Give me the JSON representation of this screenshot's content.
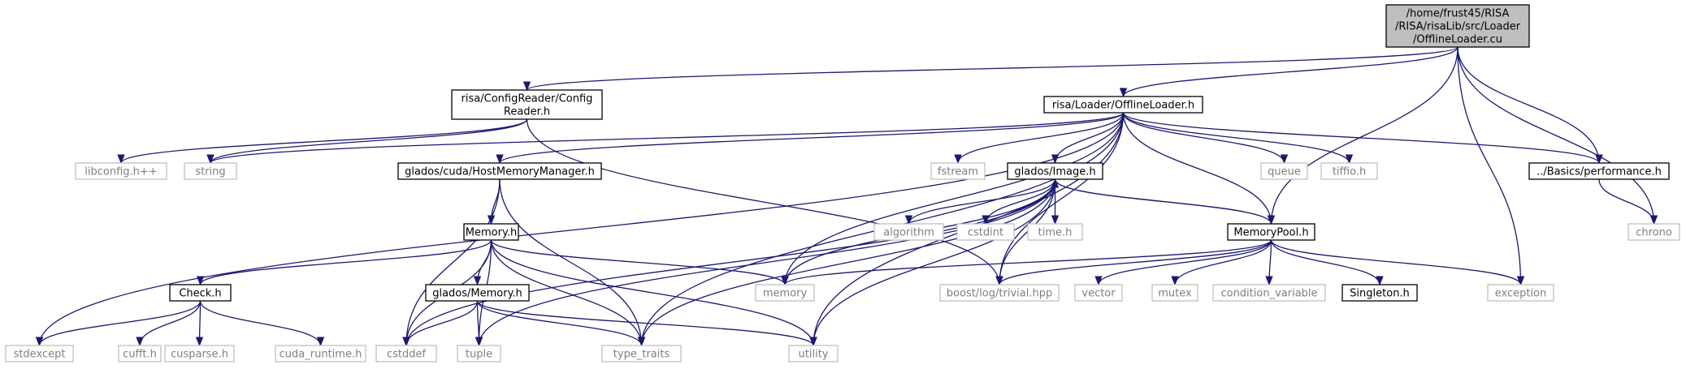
{
  "colors": {
    "edge": "#191970",
    "root_fill": "#bfbfbf",
    "node_border": "#000000",
    "external_border": "#bfbfbf",
    "external_text": "#7f7f7f",
    "node_text": "#000000"
  },
  "nodes": {
    "root": {
      "lines": [
        "/home/frust45/RISA",
        "/RISA/risaLib/src/Loader",
        "/OfflineLoader.cu"
      ],
      "kind": "root"
    },
    "configreader": {
      "lines": [
        "risa/ConfigReader/Config",
        "Reader.h"
      ],
      "kind": "internal"
    },
    "offlineloader": {
      "lines": [
        "risa/Loader/OfflineLoader.h"
      ],
      "kind": "internal"
    },
    "performance": {
      "lines": [
        "../Basics/performance.h"
      ],
      "kind": "internal"
    },
    "hostmemorymanager": {
      "lines": [
        "glados/cuda/HostMemoryManager.h"
      ],
      "kind": "internal"
    },
    "image": {
      "lines": [
        "glados/Image.h"
      ],
      "kind": "internal"
    },
    "memorypool": {
      "lines": [
        "MemoryPool.h"
      ],
      "kind": "internal"
    },
    "memory_h": {
      "lines": [
        "Memory.h"
      ],
      "kind": "internal"
    },
    "check": {
      "lines": [
        "Check.h"
      ],
      "kind": "internal"
    },
    "glados_memory": {
      "lines": [
        "glados/Memory.h"
      ],
      "kind": "internal"
    },
    "singleton": {
      "lines": [
        "Singleton.h"
      ],
      "kind": "internal"
    },
    "libconfig": {
      "lines": [
        "libconfig.h++"
      ],
      "kind": "external"
    },
    "string": {
      "lines": [
        "string"
      ],
      "kind": "external"
    },
    "fstream": {
      "lines": [
        "fstream"
      ],
      "kind": "external"
    },
    "queue": {
      "lines": [
        "queue"
      ],
      "kind": "external"
    },
    "tiffio": {
      "lines": [
        "tiffio.h"
      ],
      "kind": "external"
    },
    "chrono": {
      "lines": [
        "chrono"
      ],
      "kind": "external"
    },
    "algorithm": {
      "lines": [
        "algorithm"
      ],
      "kind": "external"
    },
    "cstdint": {
      "lines": [
        "cstdint"
      ],
      "kind": "external"
    },
    "time_h": {
      "lines": [
        "time.h"
      ],
      "kind": "external"
    },
    "memory": {
      "lines": [
        "memory"
      ],
      "kind": "external"
    },
    "boost_trivial": {
      "lines": [
        "boost/log/trivial.hpp"
      ],
      "kind": "external"
    },
    "vector": {
      "lines": [
        "vector"
      ],
      "kind": "external"
    },
    "mutex": {
      "lines": [
        "mutex"
      ],
      "kind": "external"
    },
    "condition_variable": {
      "lines": [
        "condition_variable"
      ],
      "kind": "external"
    },
    "exception": {
      "lines": [
        "exception"
      ],
      "kind": "external"
    },
    "stdexcept": {
      "lines": [
        "stdexcept"
      ],
      "kind": "external"
    },
    "cufft": {
      "lines": [
        "cufft.h"
      ],
      "kind": "external"
    },
    "cusparse": {
      "lines": [
        "cusparse.h"
      ],
      "kind": "external"
    },
    "cuda_runtime": {
      "lines": [
        "cuda_runtime.h"
      ],
      "kind": "external"
    },
    "cstddef": {
      "lines": [
        "cstddef"
      ],
      "kind": "external"
    },
    "tuple": {
      "lines": [
        "tuple"
      ],
      "kind": "external"
    },
    "type_traits": {
      "lines": [
        "type_traits"
      ],
      "kind": "external"
    },
    "utility": {
      "lines": [
        "utility"
      ],
      "kind": "external"
    }
  },
  "edges": [
    [
      "root",
      "configreader"
    ],
    [
      "root",
      "offlineloader"
    ],
    [
      "root",
      "performance"
    ],
    [
      "root",
      "chrono"
    ],
    [
      "root",
      "memorypool"
    ],
    [
      "root",
      "exception"
    ],
    [
      "configreader",
      "libconfig"
    ],
    [
      "configreader",
      "string"
    ],
    [
      "configreader",
      "boost_trivial"
    ],
    [
      "offlineloader",
      "string"
    ],
    [
      "offlineloader",
      "stdexcept"
    ],
    [
      "offlineloader",
      "hostmemorymanager"
    ],
    [
      "offlineloader",
      "fstream"
    ],
    [
      "offlineloader",
      "image"
    ],
    [
      "offlineloader",
      "memory"
    ],
    [
      "offlineloader",
      "type_traits"
    ],
    [
      "offlineloader",
      "boost_trivial"
    ],
    [
      "offlineloader",
      "memorypool"
    ],
    [
      "offlineloader",
      "queue"
    ],
    [
      "offlineloader",
      "tiffio"
    ],
    [
      "offlineloader",
      "performance"
    ],
    [
      "offlineloader",
      "utility"
    ],
    [
      "performance",
      "chrono"
    ],
    [
      "hostmemorymanager",
      "memory_h"
    ],
    [
      "hostmemorymanager",
      "cstddef"
    ],
    [
      "hostmemorymanager",
      "type_traits"
    ],
    [
      "image",
      "algorithm"
    ],
    [
      "image",
      "cstdint"
    ],
    [
      "image",
      "time_h"
    ],
    [
      "image",
      "memory"
    ],
    [
      "image",
      "boost_trivial"
    ],
    [
      "image",
      "memorypool"
    ],
    [
      "image",
      "cstddef"
    ],
    [
      "image",
      "tuple"
    ],
    [
      "image",
      "type_traits"
    ],
    [
      "image",
      "utility"
    ],
    [
      "memorypool",
      "image"
    ],
    [
      "memorypool",
      "memory"
    ],
    [
      "memorypool",
      "boost_trivial"
    ],
    [
      "memorypool",
      "vector"
    ],
    [
      "memorypool",
      "mutex"
    ],
    [
      "memorypool",
      "condition_variable"
    ],
    [
      "memorypool",
      "singleton"
    ],
    [
      "memorypool",
      "exception"
    ],
    [
      "memory_h",
      "check"
    ],
    [
      "memory_h",
      "glados_memory"
    ],
    [
      "memory_h",
      "memory"
    ],
    [
      "memory_h",
      "cstddef"
    ],
    [
      "memory_h",
      "tuple"
    ],
    [
      "memory_h",
      "type_traits"
    ],
    [
      "memory_h",
      "utility"
    ],
    [
      "check",
      "stdexcept"
    ],
    [
      "check",
      "cufft"
    ],
    [
      "check",
      "cusparse"
    ],
    [
      "check",
      "cuda_runtime"
    ],
    [
      "glados_memory",
      "cstddef"
    ],
    [
      "glados_memory",
      "tuple"
    ],
    [
      "glados_memory",
      "type_traits"
    ],
    [
      "glados_memory",
      "utility"
    ]
  ]
}
